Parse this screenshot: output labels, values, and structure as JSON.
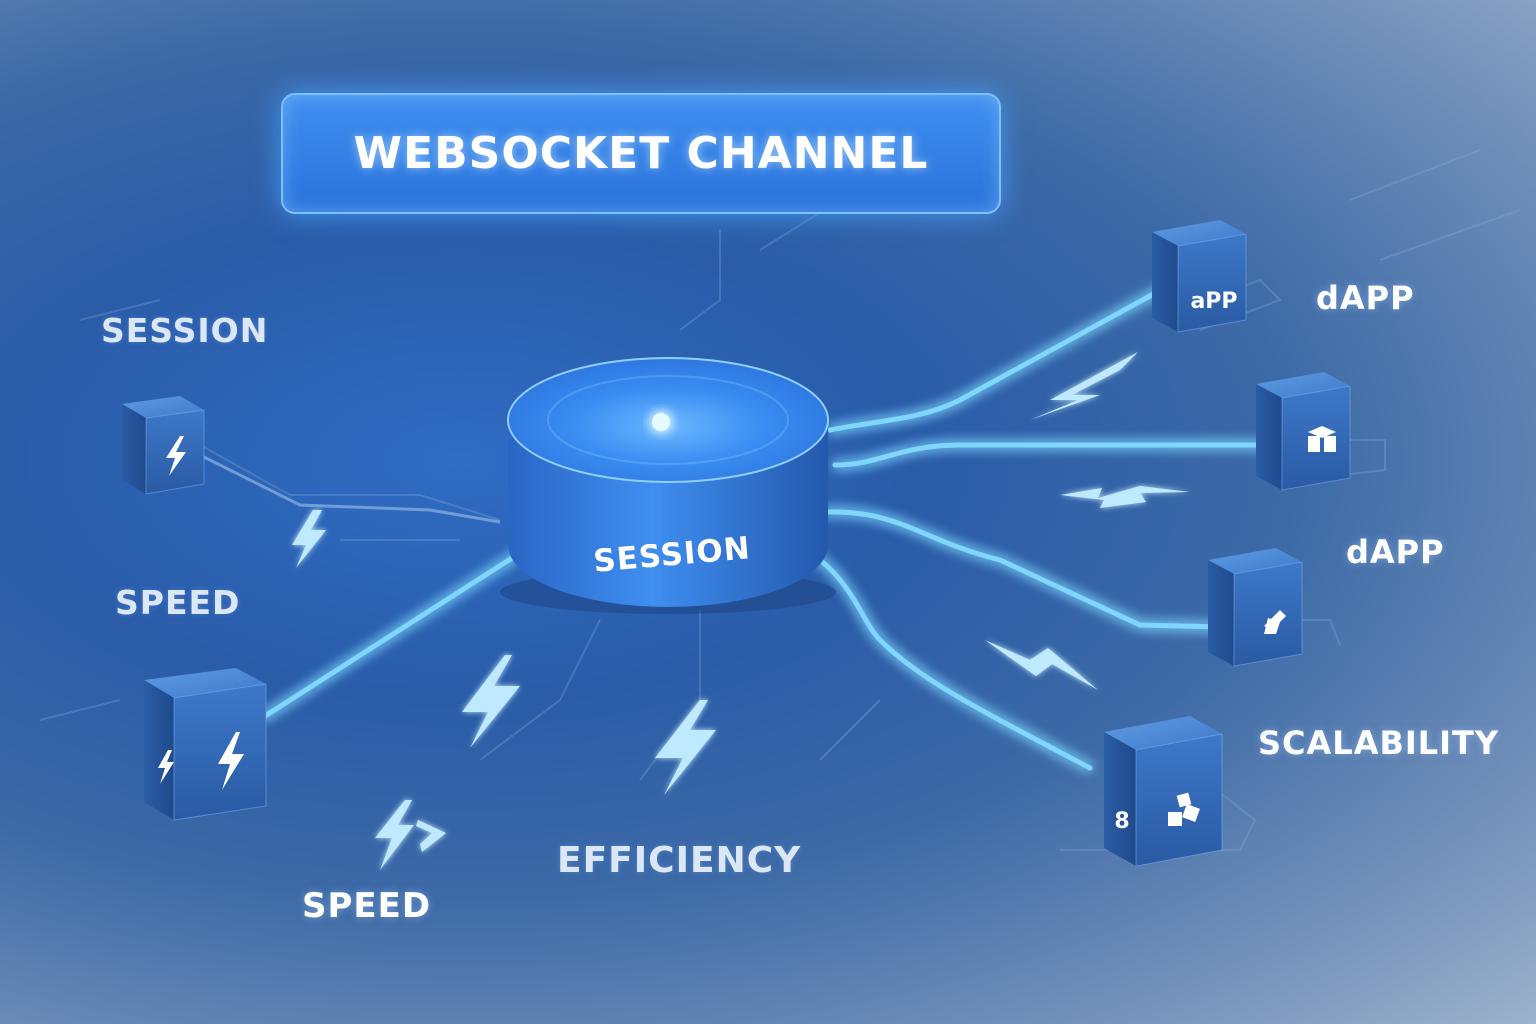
{
  "title": "WEBSOCKET CHANNEL",
  "hub_label": "SESSION",
  "labels": {
    "session": "SESSION",
    "speed_upper": "SPEED",
    "speed_lower": "SPEED",
    "efficiency": "EFFICIENCY",
    "dapp_top": "dAPP",
    "dapp_middle": "dAPP",
    "scalability": "SCALABILITY"
  },
  "cubes": {
    "left_top": {
      "icon": "lightning-icon"
    },
    "left_bottom": {
      "icon": "double-lightning-icon"
    },
    "right_1": {
      "icon": "app-text-icon",
      "text": "aPP"
    },
    "right_2": {
      "icon": "box-icon"
    },
    "right_3": {
      "icon": "link-icon"
    },
    "right_4": {
      "icon": "infinity-blocks-icon"
    }
  },
  "colors": {
    "accent": "#2f8cff",
    "glow": "#5fc4ff",
    "cube": "#2f66b8",
    "background": "#2f5ea6"
  }
}
